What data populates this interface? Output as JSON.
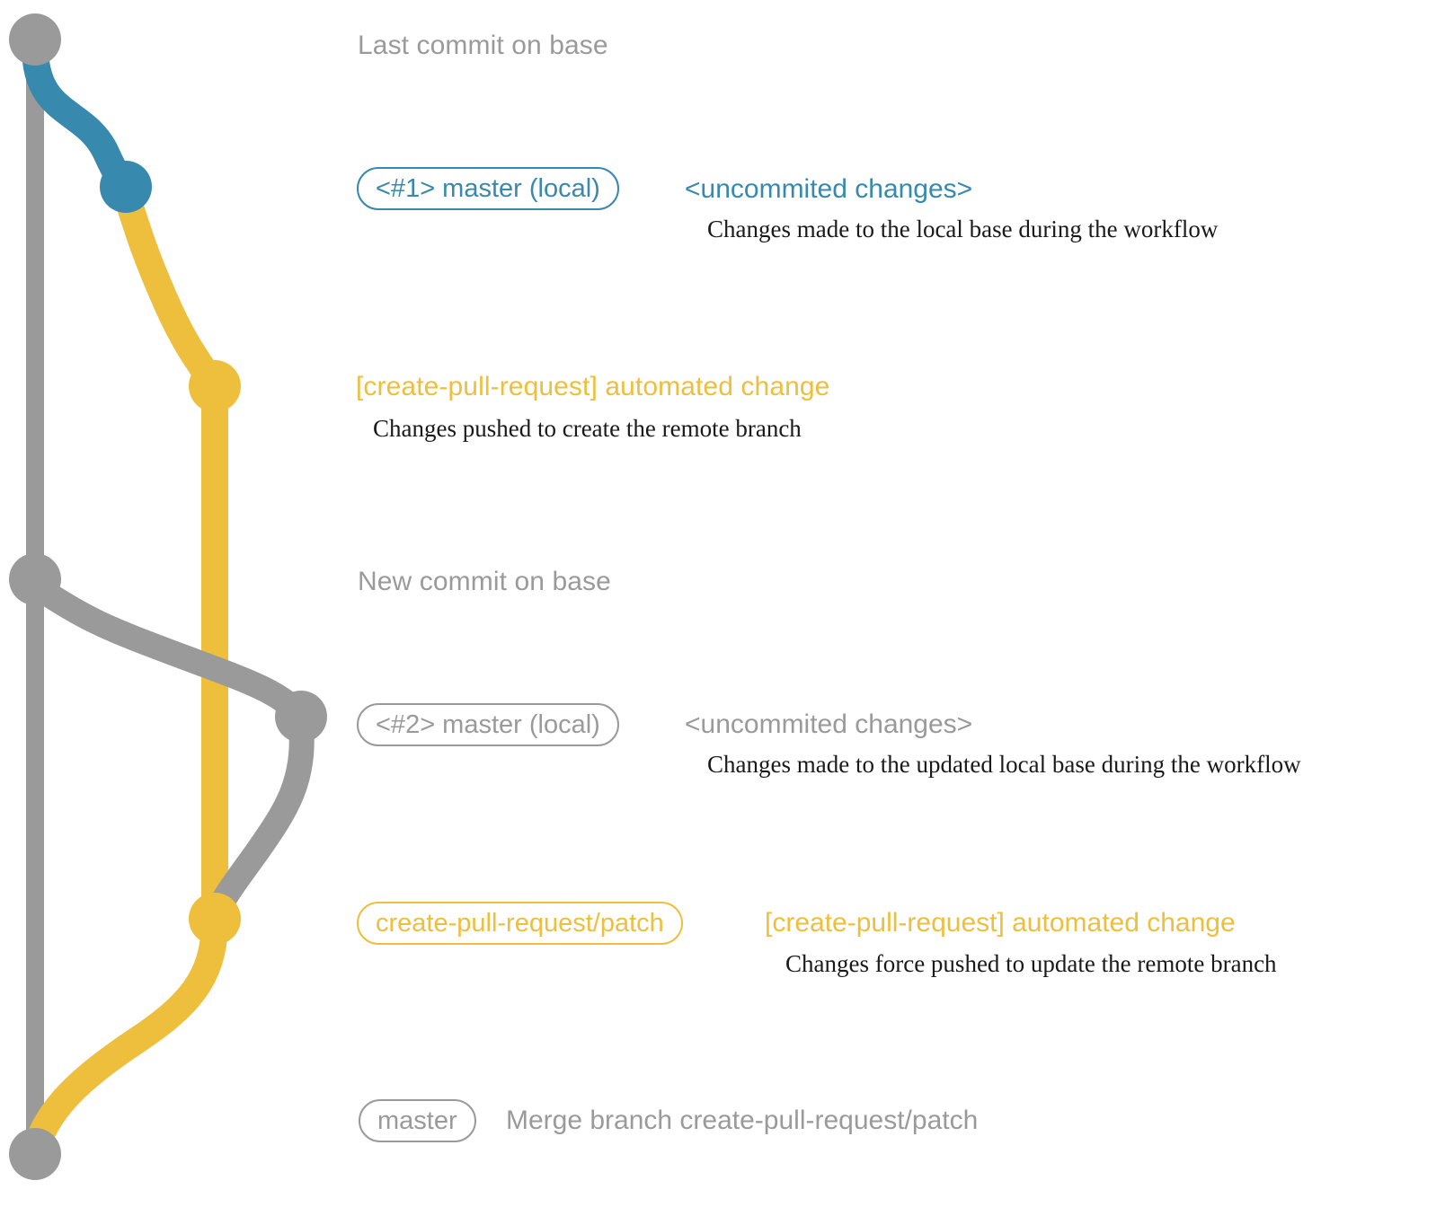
{
  "diagram": {
    "title": "create-pull-request workflow git graph",
    "colors": {
      "base": "#9a9a9a",
      "local": "#3789ae",
      "patch": "#eebf3c",
      "note_text": "#1a1a1a",
      "background": "#ffffff"
    }
  },
  "commits": [
    {
      "id": "last-commit-on-base",
      "lane": "base",
      "color": "#9a9a9a",
      "badge": null,
      "subject": "Last commit on base",
      "note": null
    },
    {
      "id": "local-1",
      "lane": "local",
      "color": "#3789ae",
      "badge": "<#1> master (local)",
      "subject": "<uncommited changes>",
      "note": "Changes made to the local base during the workflow"
    },
    {
      "id": "patch-1",
      "lane": "patch",
      "color": "#eebf3c",
      "badge": null,
      "subject": "[create-pull-request] automated change",
      "note": "Changes pushed to create the remote branch"
    },
    {
      "id": "new-commit-on-base",
      "lane": "base",
      "color": "#9a9a9a",
      "badge": null,
      "subject": "New commit on base",
      "note": null
    },
    {
      "id": "local-2",
      "lane": "local2",
      "color": "#9a9a9a",
      "badge": "<#2> master (local)",
      "subject": "<uncommited changes>",
      "note": "Changes made to the updated local base during the workflow"
    },
    {
      "id": "patch-2",
      "lane": "patch",
      "color": "#eebf3c",
      "badge": "create-pull-request/patch",
      "subject": "[create-pull-request] automated change",
      "note": "Changes force pushed to update the remote branch"
    },
    {
      "id": "merge",
      "lane": "base",
      "color": "#9a9a9a",
      "badge": "master",
      "subject": "Merge branch create-pull-request/patch",
      "note": null
    }
  ]
}
